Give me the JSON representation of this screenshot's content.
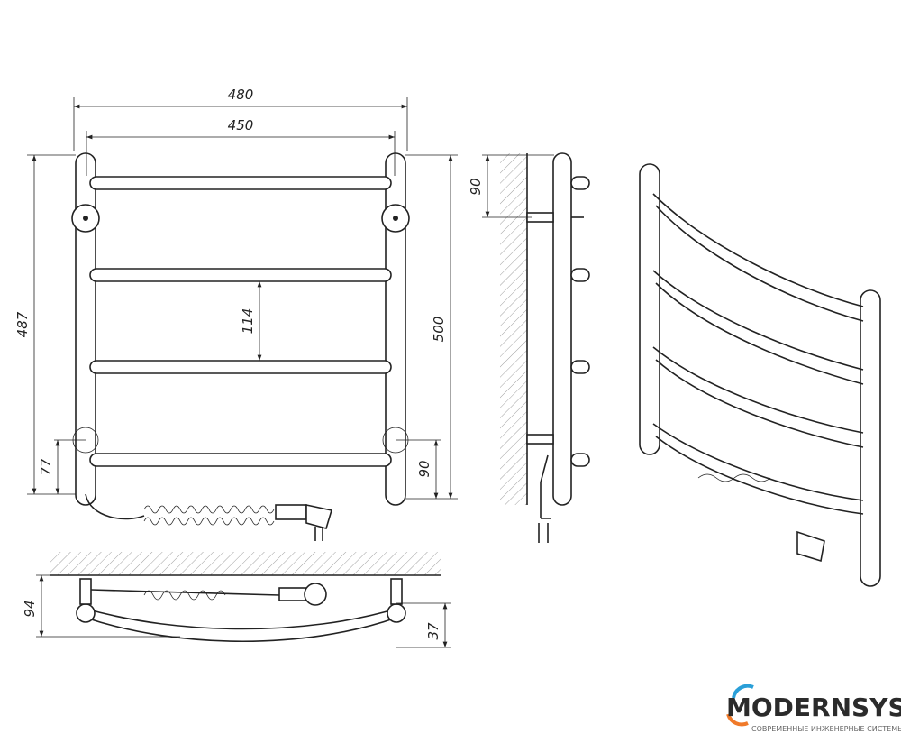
{
  "dimensions": {
    "overall_width": "480",
    "bar_width": "450",
    "overall_height": "487",
    "bar_spacing": "114",
    "mount_height": "500",
    "bottom_offset_left": "77",
    "bottom_offset_right": "90",
    "side_top_offset": "90",
    "top_view_depth": "94",
    "top_view_offset": "37"
  },
  "logo": {
    "name": "MODERNSYS",
    "tagline": "СОВРЕМЕННЫЕ ИНЖЕНЕРНЫЕ СИСТЕМЫ",
    "accent_blue": "#2a9fd8",
    "accent_orange": "#f07a2a"
  }
}
